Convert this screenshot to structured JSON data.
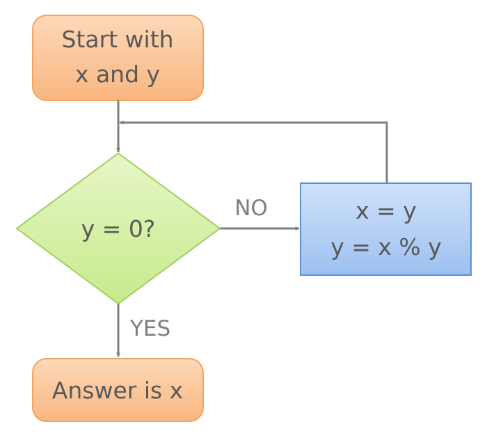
{
  "nodes": {
    "start": {
      "line1": "Start with",
      "line2": "x and y"
    },
    "decision": {
      "label": "y = 0?"
    },
    "process": {
      "line1": "x = y",
      "line2": "y = x % y"
    },
    "end": {
      "label": "Answer is x"
    }
  },
  "edges": {
    "no_label": "NO",
    "yes_label": "YES"
  },
  "colors": {
    "terminal_fill": "#fbbf8f",
    "terminal_stroke": "#f4a460",
    "decision_fill": "#d3ef9f",
    "decision_stroke": "#9fcf5f",
    "process_fill": "#a9c9f3",
    "process_stroke": "#5b8fd6",
    "connector": "#7f7f7f",
    "text": "#595959"
  }
}
